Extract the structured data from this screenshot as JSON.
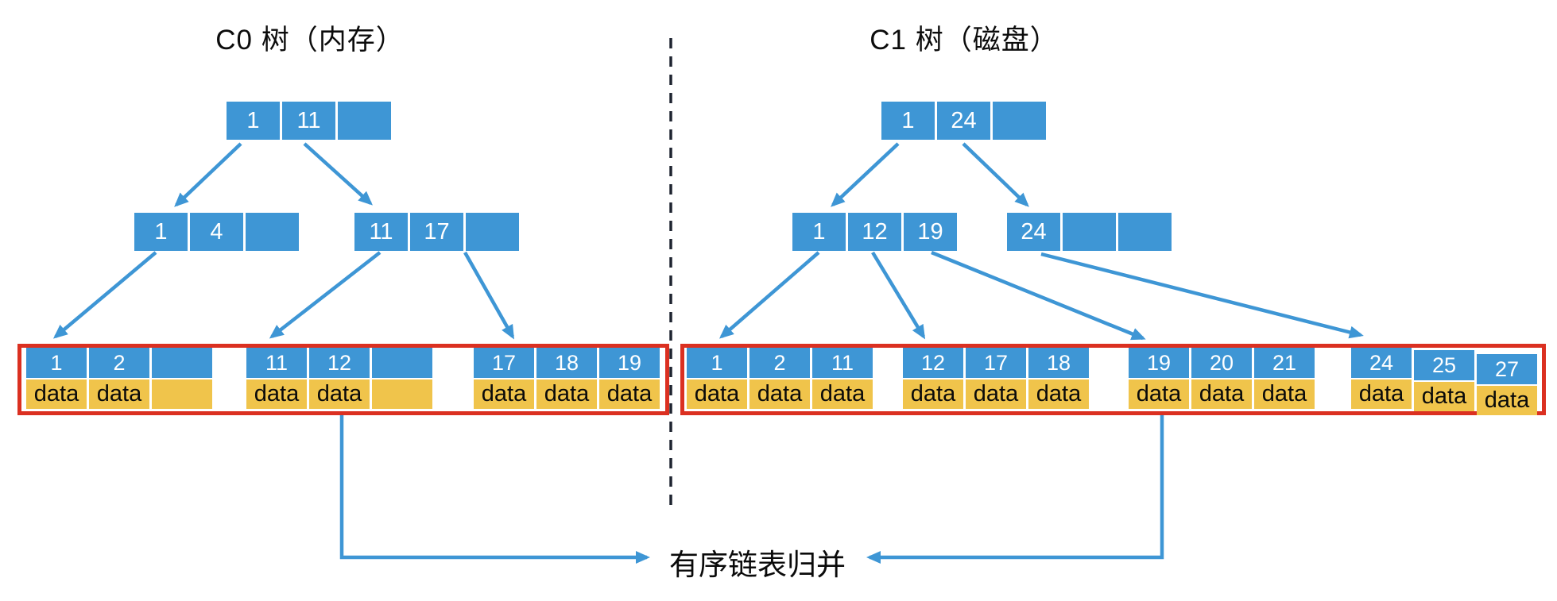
{
  "diagram": "LSM-tree component trees with sorted linked-list merge",
  "merge_label": "有序链表归并",
  "colors": {
    "node_blue": "#3E96D5",
    "data_orange": "#F0C44B",
    "border_red": "#DB3021",
    "arrow_blue": "#3E96D5",
    "divider_dark": "#1E2430",
    "cell_text_white": "#FFFFFF",
    "text_black": "#0A0A0A"
  },
  "left_tree": {
    "title": "C0 树（内存）",
    "root": [
      "1",
      "11",
      ""
    ],
    "internal": [
      [
        "1",
        "4",
        ""
      ],
      [
        "11",
        "17",
        ""
      ]
    ],
    "leaves": [
      {
        "keys": [
          "1",
          "2",
          ""
        ],
        "data": [
          "data",
          "data",
          ""
        ]
      },
      {
        "keys": [
          "11",
          "12",
          ""
        ],
        "data": [
          "data",
          "data",
          ""
        ]
      },
      {
        "keys": [
          "17",
          "18",
          "19"
        ],
        "data": [
          "data",
          "data",
          "data"
        ]
      }
    ]
  },
  "right_tree": {
    "title": "C1 树（磁盘）",
    "root": [
      "1",
      "24",
      ""
    ],
    "internal": [
      [
        "1",
        "12",
        "19"
      ],
      [
        "24",
        "",
        ""
      ]
    ],
    "leaves": [
      {
        "keys": [
          "1",
          "2",
          "11"
        ],
        "data": [
          "data",
          "data",
          "data"
        ]
      },
      {
        "keys": [
          "12",
          "17",
          "18"
        ],
        "data": [
          "data",
          "data",
          "data"
        ]
      },
      {
        "keys": [
          "19",
          "20",
          "21"
        ],
        "data": [
          "data",
          "data",
          "data"
        ]
      },
      {
        "keys": [
          "24",
          "25",
          "27"
        ],
        "data": [
          "data",
          "data",
          "data"
        ]
      }
    ]
  }
}
